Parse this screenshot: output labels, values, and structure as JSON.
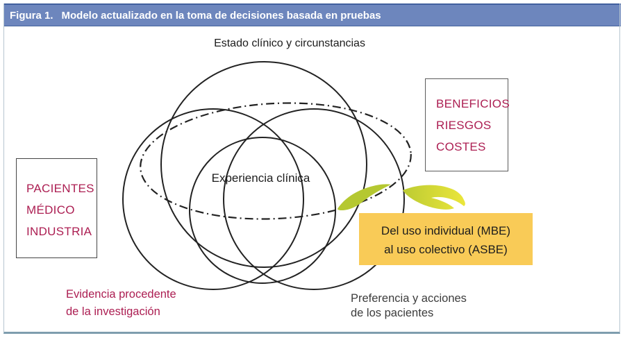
{
  "figure": {
    "label": "Figura 1.",
    "title": "Modelo actualizado en la toma de decisiones basada en pruebas"
  },
  "diagram": {
    "top_circle_label": "Estado clínico y circunstancias",
    "center_circle_label": "Experiencia clínica",
    "right_box": {
      "lines": [
        "BENEFICIOS",
        "RIESGOS",
        "COSTES"
      ]
    },
    "left_box": {
      "lines": [
        "PACIENTES",
        "MÉDICO",
        "INDUSTRIA"
      ]
    },
    "yellow_box": {
      "line1": "Del uso individual (MBE)",
      "line2": "al uso colectivo (ASBE)"
    },
    "bottom_left_label": {
      "line1": "Evidencia procedente",
      "line2": "de la investigación"
    },
    "bottom_right_label": {
      "line1": "Preferencia y acciones",
      "line2": "de los pacientes"
    }
  },
  "colors": {
    "header_bg": "#6d86bd",
    "header_border": "#41609e",
    "header_text": "#ffffff",
    "accent_maroon": "#ac1e52",
    "yellow_box_bg": "#f9cb57",
    "arrow_green": "#b5c831",
    "arrow_yellow": "#e8e33a",
    "circle_stroke": "#222222",
    "figure_border": "#7e9dae"
  }
}
